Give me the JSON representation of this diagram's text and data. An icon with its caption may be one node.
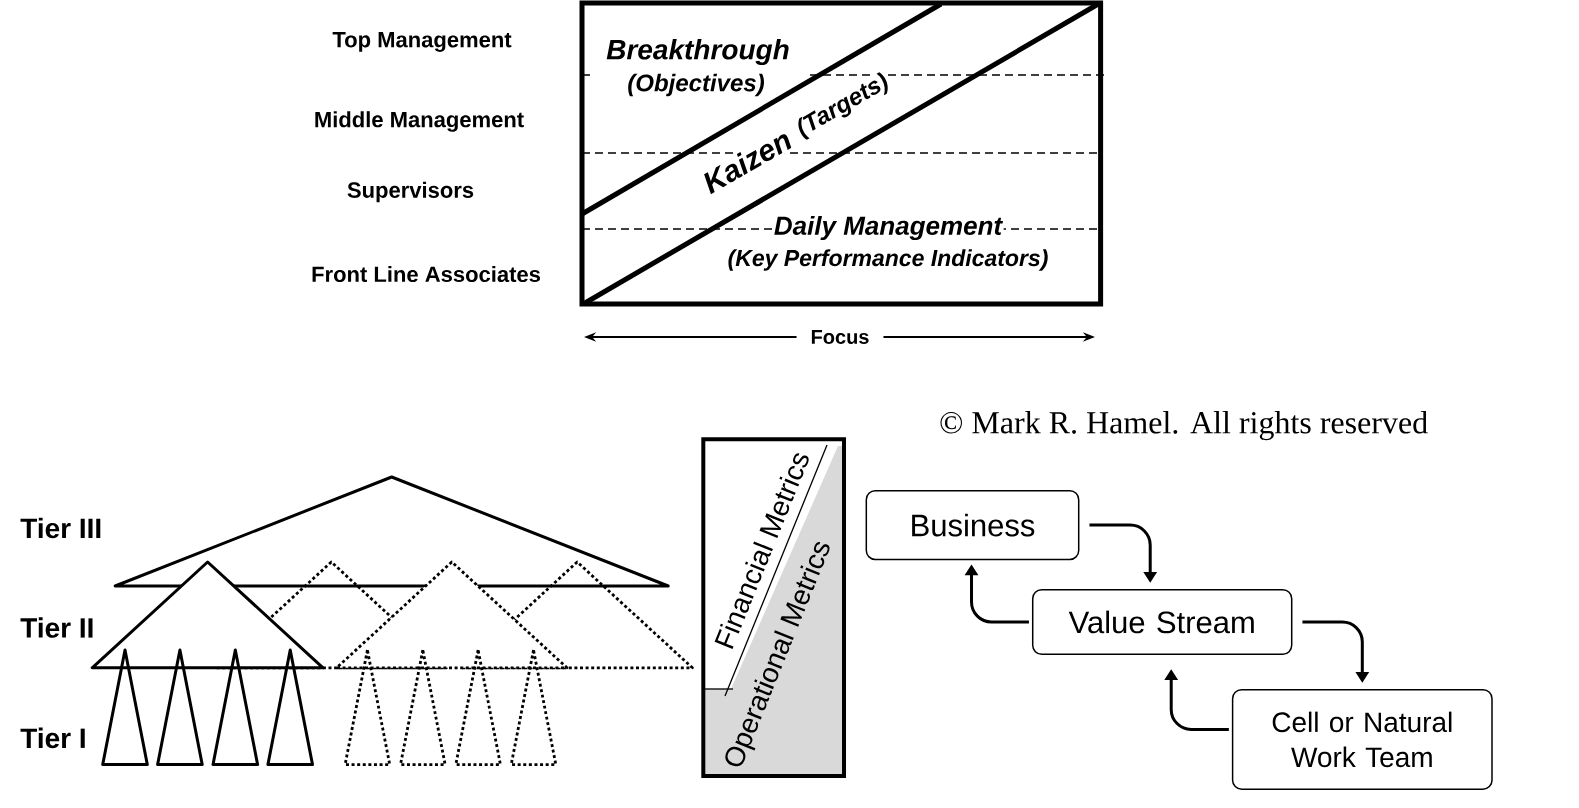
{
  "diagram": {
    "nodes": [
      {
        "text": [
          "Breakthrough",
          "(Objectives)",
          "Kaizen",
          "(Targets)",
          "Daily Management",
          "(Key Performance Indicators)"
        ]
      },
      {
        "text": [
          "Financial Metrics",
          "Operational Metrics"
        ]
      },
      {
        "text": [
          "Business"
        ]
      },
      {
        "text": [
          "Value Stream"
        ]
      },
      {
        "text": [
          "Cell or Natural Work Team"
        ]
      }
    ],
    "edges": [
      {
        "from": 2,
        "to": 3,
        "arrow": "to"
      },
      {
        "from": 3,
        "to": 2,
        "arrow": "to"
      },
      {
        "from": 3,
        "to": 4,
        "arrow": "to"
      },
      {
        "from": 4,
        "to": 3,
        "arrow": "to"
      }
    ],
    "labels": [
      "Top Management",
      "Middle Management",
      "Supervisors",
      "Front Line Associates",
      "Focus",
      "© Mark R. Hamel. All rights reserved",
      "Tier III",
      "Tier II",
      "Tier I"
    ]
  }
}
